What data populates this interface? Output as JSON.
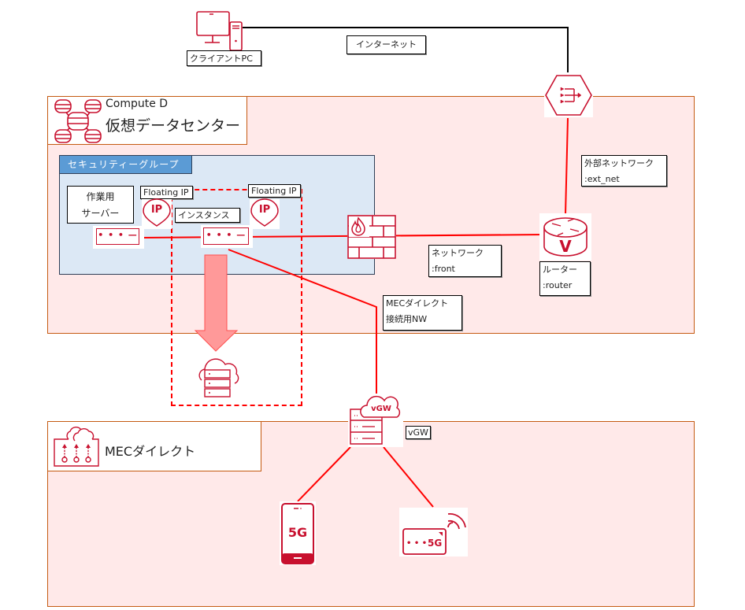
{
  "client": {
    "label": "クライアントPC",
    "icon": "desktop-pc-icon"
  },
  "internet": {
    "label": "インターネット"
  },
  "compute": {
    "title_line1": "Compute D",
    "title_line2": "仮想データセンター",
    "icon": "database-cluster-icon"
  },
  "security_group": {
    "title": "セキュリティーグループ"
  },
  "work_server": {
    "line1": "作業用",
    "line2": "サーバー"
  },
  "floating_ip_1": {
    "label": "Floating IP",
    "badge": "IP"
  },
  "floating_ip_2": {
    "label": "Floating IP",
    "badge": "IP"
  },
  "instance": {
    "label": "インスタンス",
    "port_glyph": "• • • —"
  },
  "work_server_port": {
    "port_glyph": "• • • —"
  },
  "network_front": {
    "line1": "ネットワーク",
    "line2": ":front"
  },
  "router": {
    "line1": "ルーター",
    "line2": ":router",
    "badge": "V"
  },
  "ext_net": {
    "line1": "外部ネットワーク",
    "line2": ":ext_net"
  },
  "mec_nw": {
    "line1": "MECダイレクト",
    "line2": "接続用NW"
  },
  "vgw": {
    "label": "vGW",
    "badge": "vGW"
  },
  "mec": {
    "title": "MECダイレクト",
    "icon": "mec-direct-icon"
  },
  "devices": {
    "phone": {
      "badge": "5G"
    },
    "router_5g": {
      "badge": "5G",
      "dots": "• • •"
    }
  },
  "colors": {
    "accent_red": "#c8102e",
    "line_red": "#ff0000",
    "zone_fill": "#ffe9e9",
    "zone_border": "#c55a11",
    "sg_fill": "#dce8f5",
    "sg_title_fill": "#5b9bd5",
    "arrow_fill": "#ff9999"
  }
}
